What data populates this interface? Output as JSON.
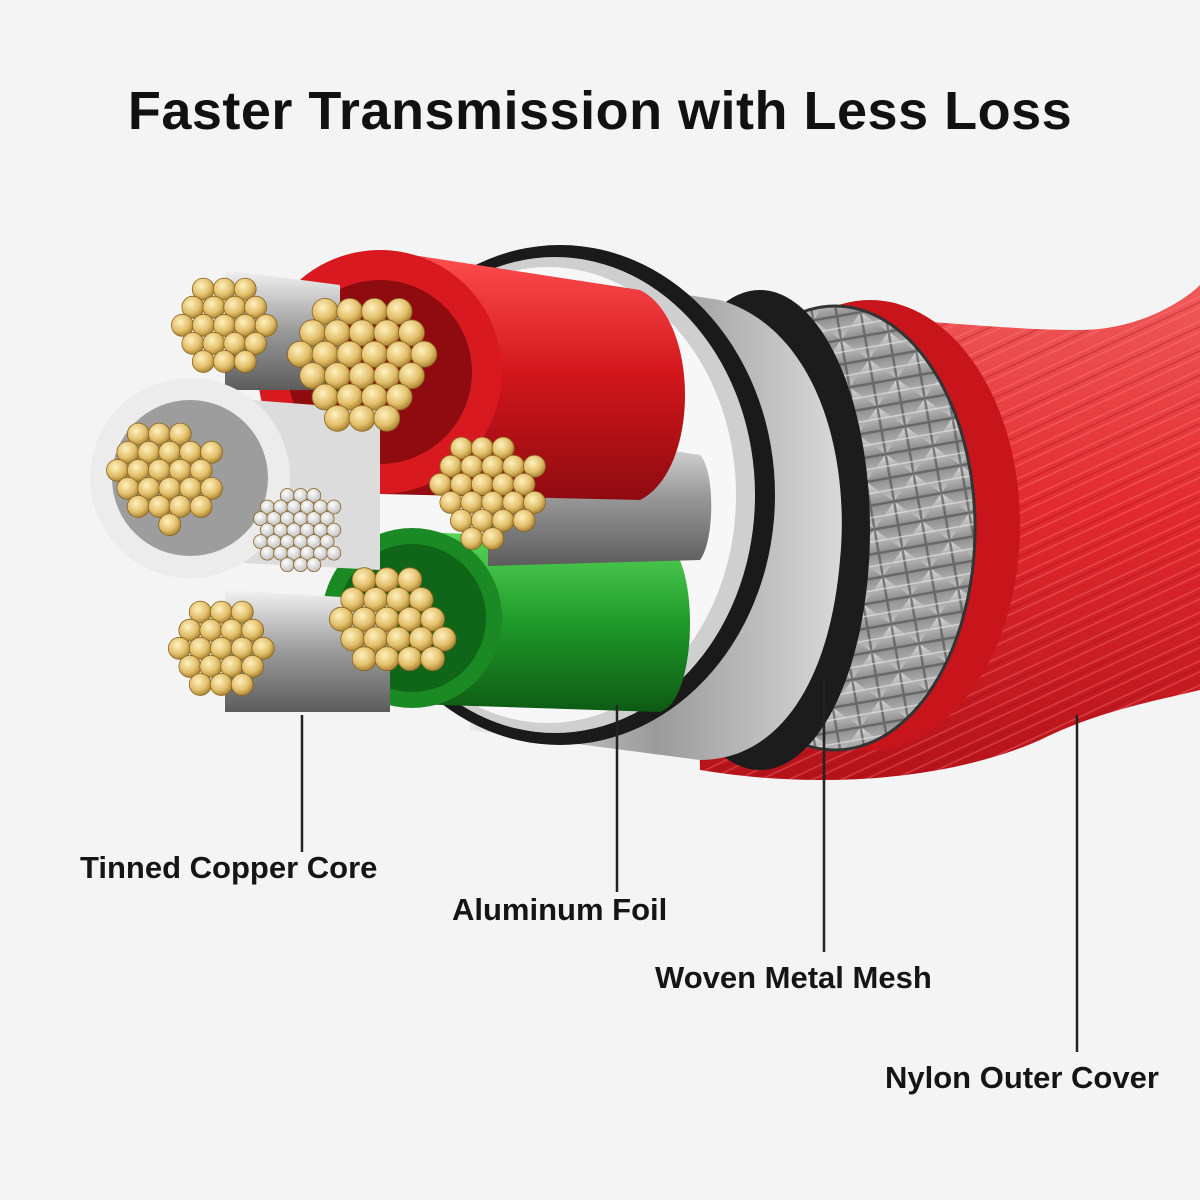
{
  "header": {
    "title": "Faster Transmission with Less Loss"
  },
  "labels": {
    "core": "Tinned Copper Core",
    "foil": "Aluminum Foil",
    "mesh": "Woven Metal Mesh",
    "cover": "Nylon Outer Cover"
  },
  "colors": {
    "background": "#f4f4f4",
    "nylon_red": "#d8242a",
    "jacket_red": "#c8141b",
    "jacket_green": "#1f9a2a",
    "jacket_white": "#ececec",
    "foil_silver": "#b9b9b9",
    "copper_tin": "#e2bf6a"
  }
}
